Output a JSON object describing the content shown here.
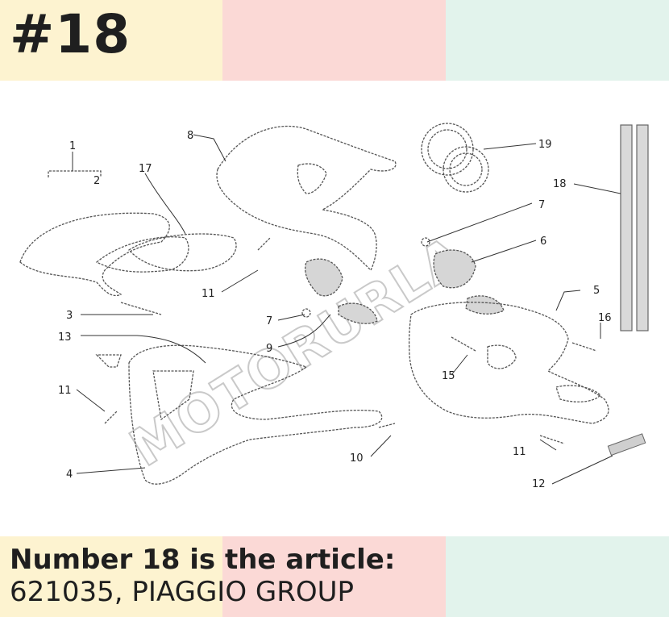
{
  "header": {
    "title": "#18",
    "band_colors": [
      "#fdf3d0",
      "#fbd9d6",
      "#e2f3ec"
    ]
  },
  "diagram": {
    "watermark": "MOTORURLA",
    "part_labels": [
      "1",
      "2",
      "3",
      "4",
      "5",
      "6",
      "7",
      "7",
      "8",
      "9",
      "10",
      "11",
      "11",
      "11",
      "12",
      "13",
      "15",
      "16",
      "17",
      "18",
      "19"
    ]
  },
  "footer": {
    "line1": "Number 18 is the article:",
    "line2": "621035, PIAGGIO GROUP",
    "band_colors": [
      "#fdf3d0",
      "#fbd9d6",
      "#e2f3ec"
    ]
  }
}
